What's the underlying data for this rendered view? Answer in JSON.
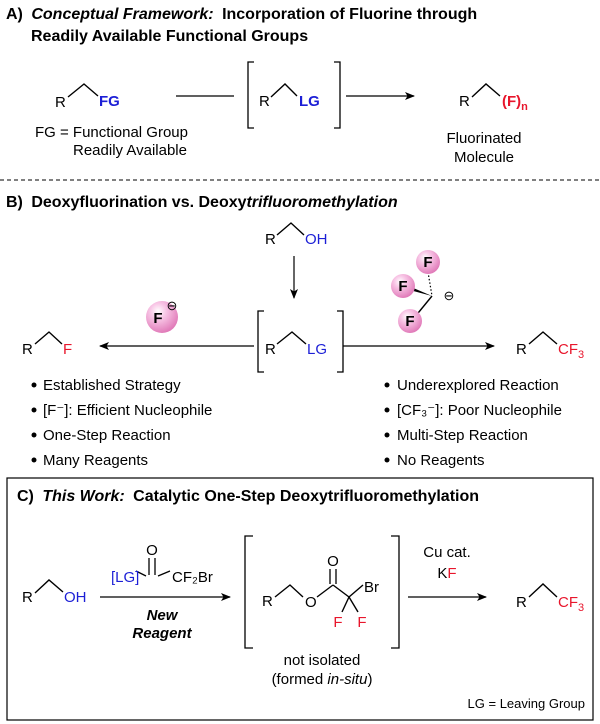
{
  "sectionA": {
    "label": "A)",
    "title_italic": "Conceptual Framework:",
    "title_rest": "Incorporation of Fluorine through",
    "title_line2": "Readily Available Functional Groups",
    "start_R": "R",
    "start_group": "FG",
    "fg_note_line1": "FG = Functional Group",
    "fg_note_line2": "Readily Available",
    "mid_R": "R",
    "mid_group": "LG",
    "prod_R": "R",
    "prod_group": "(F)",
    "prod_subscript": "n",
    "prod_caption_line1": "Fluorinated",
    "prod_caption_line2": "Molecule"
  },
  "sectionB": {
    "label": "B)",
    "title_plain": "Deoxyfluorination vs. Deoxy",
    "title_italic": "trifluoromethylation",
    "top_R": "R",
    "top_group": "OH",
    "center_R": "R",
    "center_group": "LG",
    "left_R": "R",
    "left_group": "F",
    "right_R": "R",
    "right_group": "CF",
    "right_subscript": "3",
    "fluoride_atom": "F",
    "fluoride_charge": "⊖",
    "cf3_atoms": [
      "F",
      "F",
      "F"
    ],
    "cf3_charge": "⊖",
    "left_bullets": [
      "Established Strategy",
      "[F⁻]: Efficient Nucleophile",
      "One-Step Reaction",
      "Many Reagents"
    ],
    "right_bullets": [
      "Underexplored Reaction",
      "[CF₃⁻]: Poor Nucleophile",
      "Multi-Step Reaction",
      "No Reagents"
    ]
  },
  "sectionC": {
    "label": "C)",
    "title_italic": "This Work:",
    "title_rest": "Catalytic One-Step Deoxytrifluoromethylation",
    "sm_R": "R",
    "sm_group": "OH",
    "reagent_lg": "[LG]",
    "reagent_o": "O",
    "reagent_tail": "CF₂Br",
    "reagent_caption_line1": "New",
    "reagent_caption_line2": "Reagent",
    "int_R": "R",
    "int_o_ether": "O",
    "int_o_carbonyl": "O",
    "int_br": "Br",
    "int_f1": "F",
    "int_f2": "F",
    "int_caption_line1": "not isolated",
    "int_caption_line2_prefix": "(formed ",
    "int_caption_line2_italic": "in-situ",
    "int_caption_line2_suffix": ")",
    "cond_line1": "Cu cat.",
    "cond_k": "K",
    "cond_f": "F",
    "prod_R": "R",
    "prod_group": "CF",
    "prod_subscript": "3",
    "footnote": "LG = Leaving Group"
  },
  "colors": {
    "fluorine_red": "#e8162c",
    "leaving_group_blue": "#1c1fd6",
    "sphere_pink": "#f2a0d2"
  }
}
